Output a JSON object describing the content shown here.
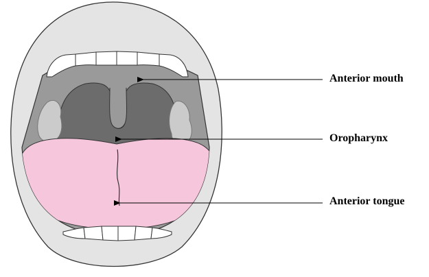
{
  "labels": {
    "anterior_mouth": "Anterior mouth",
    "oropharynx": "Oropharynx",
    "anterior_tongue": "Anterior tongue"
  },
  "colors": {
    "lips": "#e4e4e4",
    "outline": "#333333",
    "teeth": "#ffffff",
    "palate": "#9a9a9a",
    "throat": "#6c6c6c",
    "tonsil": "#c9c9c9",
    "tongue": "#f6c6dc",
    "arrow": "#000000"
  }
}
